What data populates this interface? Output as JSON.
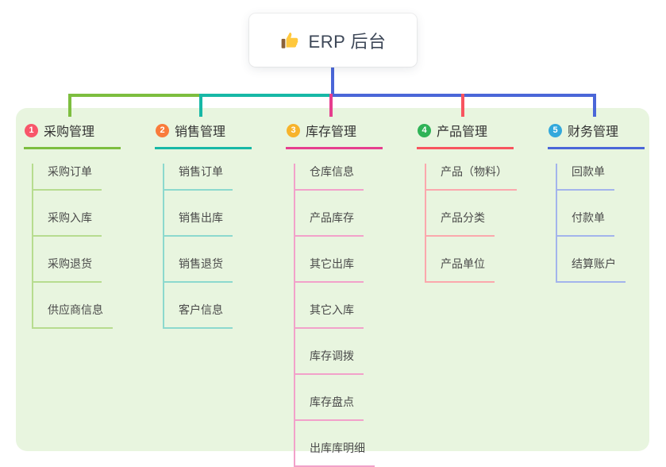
{
  "root": {
    "title": "ERP 后台",
    "icon": "thumbs-up-icon"
  },
  "theme": {
    "canvas_bg": "#FFFFFF",
    "panel_bg": "#E8F5DF",
    "root_text_color": "#3D4757",
    "stem_color": "#4A66D8"
  },
  "branches": [
    {
      "num": "1",
      "label": "采购管理",
      "badge_color": "#F8566A",
      "line_color": "#7DBE3F",
      "child_line_color": "#B7DC8F",
      "children": [
        "采购订单",
        "采购入库",
        "采购退货",
        "供应商信息"
      ]
    },
    {
      "num": "2",
      "label": "销售管理",
      "badge_color": "#F97B3B",
      "line_color": "#17B8A6",
      "child_line_color": "#8CD9CE",
      "children": [
        "销售订单",
        "销售出库",
        "销售退货",
        "客户信息"
      ]
    },
    {
      "num": "3",
      "label": "库存管理",
      "badge_color": "#F7B32B",
      "line_color": "#E63E8E",
      "child_line_color": "#F2A1CA",
      "children": [
        "仓库信息",
        "产品库存",
        "其它出库",
        "其它入库",
        "库存调拨",
        "库存盘点",
        "出库库明细"
      ]
    },
    {
      "num": "4",
      "label": "产品管理",
      "badge_color": "#2FB357",
      "line_color": "#F8545F",
      "child_line_color": "#FBA8AD",
      "children": [
        "产品（物料）",
        "产品分类",
        "产品单位"
      ]
    },
    {
      "num": "5",
      "label": "财务管理",
      "badge_color": "#33A9DC",
      "line_color": "#4A66D8",
      "child_line_color": "#A3B4EC",
      "children": [
        "回款单",
        "付款单",
        "结算账户"
      ]
    }
  ]
}
